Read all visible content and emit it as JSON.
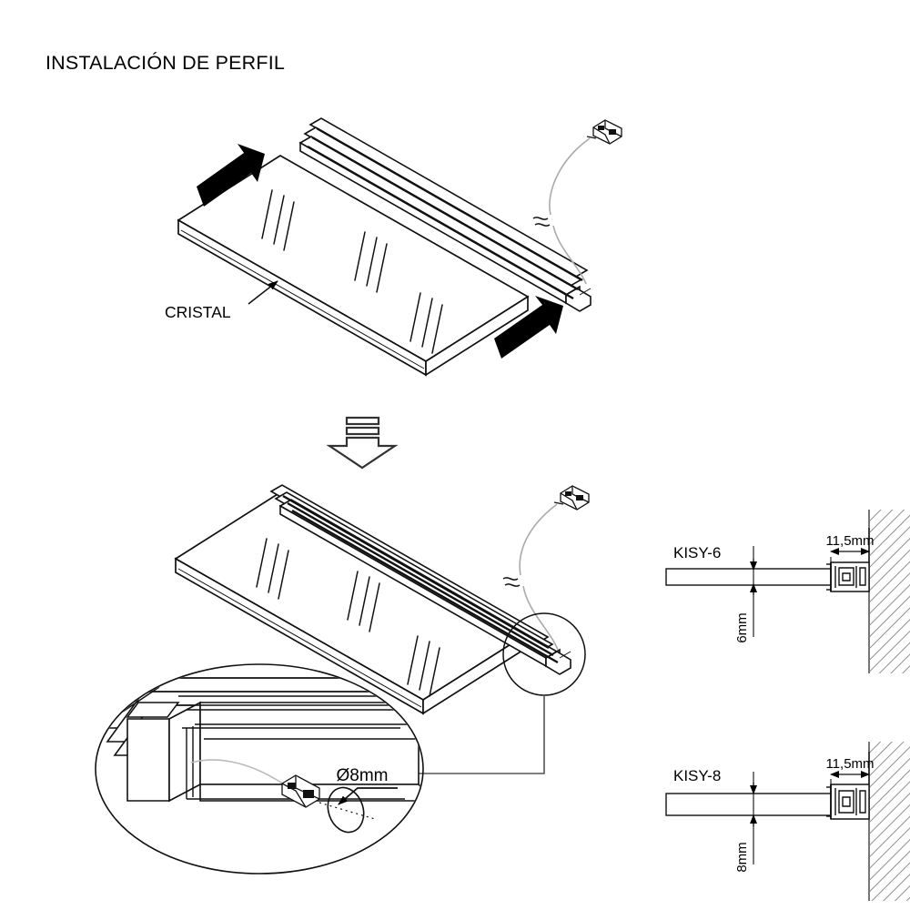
{
  "document": {
    "title": "INSTALACIÓN DE PERFIL",
    "language": "es",
    "type": "technical-installation-drawing",
    "background_color": "#ffffff",
    "line_color": "#1a1a1a"
  },
  "step1": {
    "name": "exploded-assembly-view",
    "glass_label": "CRISTAL",
    "arrow_direction": "insert-slide",
    "arrow_count": 2,
    "profile_label": "",
    "connector_label": ""
  },
  "transition": {
    "name": "down-arrow",
    "direction": "down"
  },
  "step2": {
    "name": "assembled-view",
    "detail_marker": ""
  },
  "detail": {
    "name": "detail-callout-circle",
    "hole_label": "Ø8mm",
    "connector_label": ""
  },
  "sections": [
    {
      "code": "KISY-6",
      "thickness_label": "6mm",
      "offset_label": "11,5mm"
    },
    {
      "code": "KISY-8",
      "thickness_label": "8mm",
      "offset_label": "11,5mm"
    }
  ],
  "icons": {
    "arrow": "arrow-icon",
    "down_arrow": "down-arrow-icon",
    "detail_circle": "detail-circle-icon",
    "wall_hatch": "wall-hatch-icon",
    "connector": "connector-plug-icon",
    "hole": "hole-ellipse-icon"
  }
}
